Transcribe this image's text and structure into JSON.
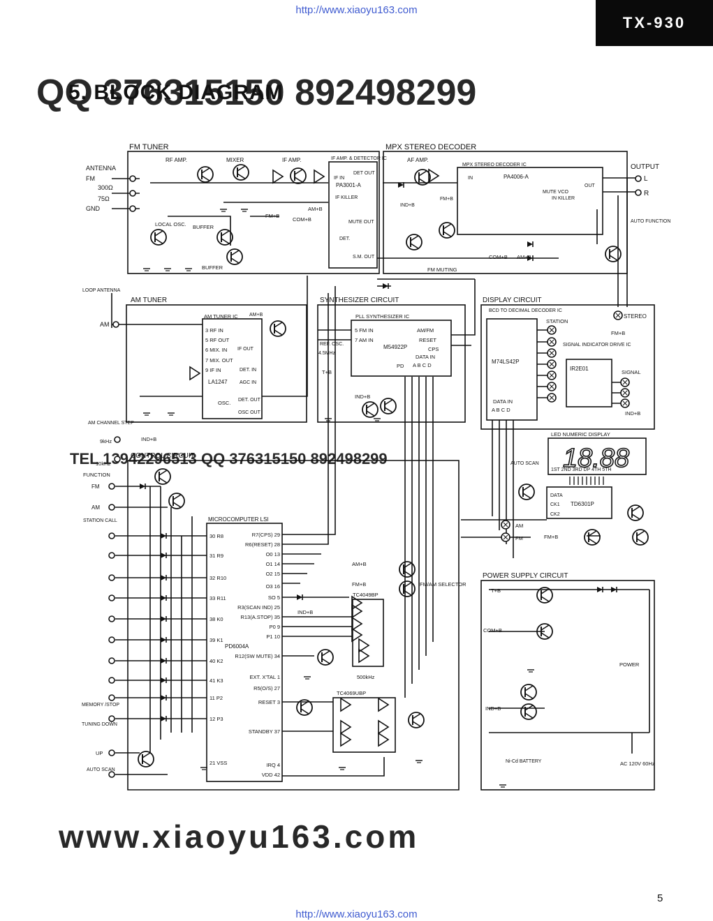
{
  "header": {
    "url_top": "http://www.xiaoyu163.com",
    "model": "TX-930"
  },
  "page": {
    "title": "5. BLOCK DIAGRAM",
    "number": "5",
    "url_bottom": "http://www.xiaoyu163.com"
  },
  "watermarks": [
    "QQ 376315150   892498299",
    "TEL 13942296513  QQ 376315150  892498299",
    "www.xiaoyu163.com"
  ],
  "blocks": {
    "fm_tuner": {
      "label": "FM TUNER",
      "rf_amp": "RF AMP.",
      "mixer": "MIXER",
      "if_amp": "IF AMP.",
      "if_ic_title": "IF AMP. & DETECTOR IC",
      "if_ic": "PA3001-A",
      "local_osc": "LOCAL OSC.",
      "buffer1": "BUFFER",
      "buffer2": "BUFFER",
      "det_out": "DET OUT",
      "if_in": "IF IN",
      "if_killer": "IF KILLER",
      "mute_out": "MUTE OUT",
      "sm_out": "S.M. OUT",
      "det": "DET.",
      "fm_b": "FM+B",
      "am_b": "AM+B",
      "com_b": "COM+B"
    },
    "mpx": {
      "label": "MPX STEREO DECODER",
      "af_amp": "AF AMP.",
      "ic_title": "MPX STEREO DECODER IC",
      "ic": "PA4006-A",
      "in": "IN",
      "l_out": "L",
      "r_out": "R",
      "out": "OUT",
      "mute_vco": "MUTE VCO",
      "in_killer": "IN KILLER",
      "fm_muting": "FM MUTING",
      "ind_b": "IND+B",
      "com_b": "COM+B",
      "fm_b": "FM+B",
      "am_b": "AM+B"
    },
    "inputs": {
      "antenna": "ANTENNA",
      "fm": "FM",
      "ohm300": "300Ω",
      "ohm75": "75Ω",
      "gnd": "GND",
      "loop_antenna": "LOOP ANTENNA",
      "am": "AM"
    },
    "output": {
      "label": "OUTPUT",
      "l": "L",
      "r": "R",
      "auto_function": "AUTO FUNCTION",
      "stereo": "STEREO",
      "fm_b": "FM+B"
    },
    "am_tuner": {
      "label": "AM TUNER",
      "ic_title": "AM TUNER IC",
      "ic": "LA1247",
      "rf_in": "3 RF IN",
      "rf_out": "5 RF OUT",
      "mix_in": "6 MIX. IN",
      "mix_out": "7 MIX. OUT",
      "if_in": "9 IF IN",
      "osc": "OSC.",
      "if_out": "IF OUT",
      "det_in": "DET. IN",
      "agc_in": "AGC IN",
      "det_out": "DET. OUT",
      "osc_out": "OSC OUT",
      "am_b": "AM+B"
    },
    "synth": {
      "label": "SYNTHESIZER CIRCUIT",
      "ic_title": "PLL SYNTHESIZER IC",
      "ic": "M54922P",
      "fm_in": "5 FM IN",
      "am_in": "7 AM IN",
      "ref_osc": "REF. OSC.",
      "xtal": "4.5MHz",
      "am_fm": "AM/FM",
      "reset": "RESET",
      "cps": "CPS",
      "data_in": "DATA IN",
      "pd": "PD",
      "abcd": "A B C D",
      "t_b": "T+B",
      "ind_b": "IND+B"
    },
    "display": {
      "label": "DISPLAY CIRCUIT",
      "decoder_title": "BCD TO DECIMAL DECODER IC",
      "decoder": "M74LS42P",
      "station": "STATION",
      "data_in": "DATA IN",
      "abcd": "A B C D",
      "signal_ic_title": "SIGNAL INDICATOR DRIVE IC",
      "signal_ic": "IR2E01",
      "signal": "SIGNAL",
      "ind_b": "IND+B",
      "led_title": "LED NUMERIC DISPLAY",
      "led_digits": "18.88",
      "led_cols": "1ST 2ND 3RD DP 4TH 5TH",
      "auto_scan": "AUTO SCAN",
      "driver_ic": "TD6301P",
      "data": "DATA",
      "ck1": "CK1",
      "ck2": "CK2",
      "am": "AM",
      "fm": "FM",
      "fm_b": "FM+B"
    },
    "control": {
      "label": "CONTROL CIRCUIT",
      "am_channel_step": "AM CHANNEL STEP",
      "khz9": "9kHz",
      "khz10": "10kHz",
      "function": "FUNCTION",
      "fm": "FM",
      "am": "AM",
      "station_call": "STATION CALL",
      "memory_stop": "MEMORY /STOP",
      "tuning_down": "TUNING DOWN",
      "up": "UP",
      "auto_scan": "AUTO SCAN",
      "ind_b": "IND+B"
    },
    "micro": {
      "label": "MICROCOMPUTER LSI",
      "ic": "PD6004A",
      "left_pins": [
        "30 R8",
        "31 R9",
        "32 R10",
        "33 R11",
        "38 K0",
        "39 K1",
        "40 K2",
        "41 K3",
        "11 P2",
        "12 P3",
        "21 VSS"
      ],
      "right_pins": [
        "R7(CPS) 29",
        "R6(RESET) 28",
        "O0 13",
        "O1 14",
        "O2 15",
        "O3 16",
        "SO 5",
        "R3(SCAN IND) 25",
        "R13(A.STOP) 35",
        "P0 9",
        "P1 10",
        "R12(SW MUTE) 34",
        "EXT. X'TAL 1",
        "R5(O/S) 27",
        "RESET 3",
        "STANDBY 37",
        "IRQ 4",
        "VDD 42"
      ],
      "ind_b": "IND+B",
      "xtal": "500kHz",
      "ic_4049": "TC4049BP",
      "ic_4069": "TC4069UBP",
      "fm_am_selector": "FM/AM SELECTOR",
      "am_b": "AM+B",
      "fm_b": "FM+B"
    },
    "power": {
      "label": "POWER SUPPLY CIRCUIT",
      "t_b": "T+B",
      "com_b": "COM+B",
      "ind_b": "IND+B",
      "power": "POWER",
      "battery": "Ni-Cd BATTERY",
      "ac": "AC 120V 60Hz"
    }
  }
}
